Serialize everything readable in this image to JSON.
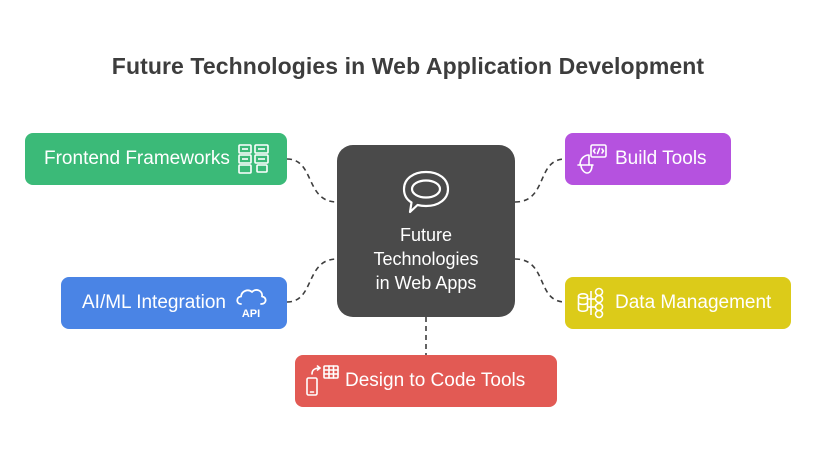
{
  "title": "Future Technologies in Web Application Development",
  "center": {
    "lines": [
      "Future",
      "Technologies",
      "in Web Apps"
    ],
    "icon": "chat-bubble-icon"
  },
  "nodes": {
    "frontend": {
      "label": "Frontend Frameworks",
      "icon": "layout-blocks-icon",
      "color": "#3bba78"
    },
    "ai_ml": {
      "label": "AI/ML Integration",
      "icon": "cloud-api-icon",
      "color": "#4a84e5",
      "icon_text": "API"
    },
    "build": {
      "label": "Build Tools",
      "icon": "worker-code-icon",
      "color": "#b552df"
    },
    "data": {
      "label": "Data Management",
      "icon": "database-flow-icon",
      "color": "#dccb19"
    },
    "design": {
      "label": "Design to Code Tools",
      "icon": "device-table-icon",
      "color": "#e25a54"
    }
  },
  "colors": {
    "center": "#4a4a4a",
    "connector": "#3d3d3d",
    "title": "#3d3d3d"
  }
}
